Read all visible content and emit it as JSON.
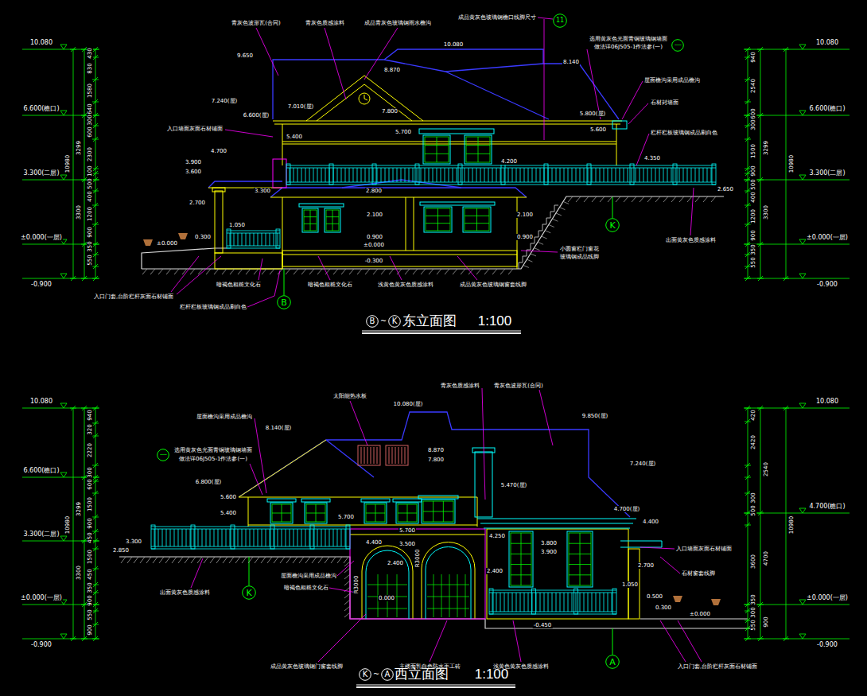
{
  "diagram": {
    "nodes": [
      {
        "text": [
          "11"
        ]
      },
      {
        "text": [
          "一"
        ]
      },
      {
        "text": [
          "K"
        ]
      },
      {
        "text": [
          "B"
        ]
      },
      {
        "text": [
          "B"
        ]
      },
      {
        "text": [
          "K"
        ]
      },
      {
        "text": [
          "一"
        ]
      },
      {
        "text": [
          "K"
        ]
      },
      {
        "text": [
          "A"
        ]
      },
      {
        "text": [
          "K"
        ]
      },
      {
        "text": [
          "A"
        ]
      }
    ],
    "labels": [
      "10.080",
      "6.600(檐口)",
      "3.300(二层)",
      "±0.000(一层)",
      "-0.900",
      "430",
      "830",
      "1580",
      "640",
      "300",
      "600",
      "2300",
      "100",
      "500",
      "400",
      "1200",
      "900",
      "350",
      "550",
      "3299",
      "3300",
      "10980",
      "10.080",
      "6.600(檐口)",
      "3.300(二层)",
      "±0.000(一层)",
      "-0.900",
      "940",
      "2540",
      "600",
      "300",
      "1500",
      "900",
      "500",
      "400",
      "1200",
      "900",
      "350",
      "550",
      "3299",
      "3300",
      "10980",
      "青灰色波形瓦(合同)",
      "青灰色质感涂料",
      "成品青灰色玻璃钢雨水檐沟",
      "成品黄灰色玻璃钢檐口线脚尺寸",
      "选用黄灰色光面青铜玻璃钢墙面",
      "做法详06J505-1作法参(一)",
      "屋面檐沟采用成品檐沟",
      "石材封墙面",
      "栏杆栏板玻璃钢成品刷白色",
      "出面黄灰色质感涂料",
      "小圆窗栏门窗花",
      "玻璃钢成品线脚",
      "入口墙面灰面石材铺面",
      "入口门套,台阶栏杆灰面石材铺面",
      "栏杆栏板玻璃钢成品刷白色",
      "暗褐色粗糙文化石",
      "暗褐色粗糙文化石",
      "浅黄色黄灰色质感涂料",
      "成品黄灰色玻璃钢窗套线脚",
      "9.650",
      "10.080",
      "8.870",
      "8.140",
      "7.800",
      "7.240(屋)",
      "7.010(屋)",
      "6.600(屋)",
      "5.800(屋)",
      "5.700",
      "5.400",
      "5.600",
      "4.700",
      "4.200",
      "4.350",
      "3.900",
      "3.600",
      "3.300",
      "2.800",
      "2.700",
      "2.650",
      "2.100",
      "2.100",
      "1.050",
      "0.900",
      "0.900",
      "0.300",
      "±0.000",
      "±0.000",
      "-0.300",
      "~",
      "东立面图",
      "1:100",
      "10.080",
      "6.600(檐口)",
      "3.300(二层)",
      "±0.000(一层)",
      "-0.900",
      "940",
      "320",
      "2220",
      "300",
      "600",
      "1500",
      "900",
      "450",
      "1500",
      "450",
      "350",
      "900",
      "550",
      "900",
      "3299",
      "3300",
      "10980",
      "10.080",
      "4.700(檐口)",
      "±0.000(一层)",
      "-0.900",
      "420",
      "2420",
      "300",
      "500",
      "3600",
      "350",
      "300",
      "550",
      "2540",
      "4700",
      "900",
      "10980",
      "屋面檐沟采用成品檐沟",
      "太阳能热水板",
      "青灰色质感涂料",
      "青灰色波形瓦(合同)",
      "选用黄灰色光面青铜玻璃钢墙面",
      "做法详06J505-1作法参(一)",
      "入口墙面灰面石材铺面",
      "石材窗套线脚",
      "出面黄灰色质感涂料",
      "屋面檐沟采用成品檐沟",
      "暗褐色粗糙文化石",
      "成品黄灰色玻璃钢门窗套线脚",
      "主楼面乳白色防水手工砖",
      "浅黄色黄灰色质感涂料",
      "入口门套,台阶栏杆灰面石材铺面",
      "10.080(屋)",
      "8.140(屋)",
      "8.870",
      "7.800",
      "9.850(屋)",
      "7.240(屋)",
      "6.800(屋)",
      "5.470(屋)",
      "5.600",
      "5.400",
      "5.700",
      "5.700",
      "4.400",
      "4.700(屋)",
      "4.400",
      "4.250",
      "3.800",
      "3.900",
      "3.300",
      "2.850",
      "3.500",
      "R3000",
      "R3000",
      "2.400",
      "2.400",
      "2.700",
      "1.050",
      "0.500",
      "0.300",
      "±0.000",
      "0.000",
      "-0.450",
      "~",
      "西立面图",
      "1:100"
    ]
  }
}
